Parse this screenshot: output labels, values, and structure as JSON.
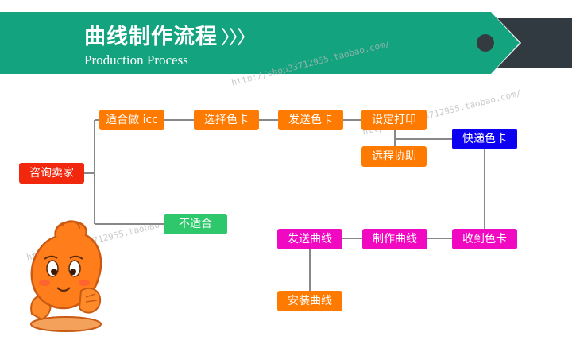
{
  "header": {
    "title": "曲线制作流程",
    "title_arrows": "〉〉〉",
    "subtitle": "Production Process",
    "colors": {
      "banner": "#13a37f",
      "tab": "#313a40",
      "dot": "#343b40"
    }
  },
  "watermark": {
    "text": "http://shop33712955.taobao.com/"
  },
  "flow": {
    "consult": "咨询卖家",
    "suitable_icc": "适合做 icc",
    "choose_card": "选择色卡",
    "send_card": "发送色卡",
    "setup_print": "设定打印",
    "remote_assist": "远程协助",
    "express_card": "快递色卡",
    "not_suitable": "不适合",
    "receive_card": "收到色卡",
    "make_curve": "制作曲线",
    "send_curve": "发送曲线",
    "install_curve": "安装曲线"
  },
  "colors": {
    "orange": "#ff7a00",
    "red": "#f1280e",
    "green": "#2fc76b",
    "blue": "#0d00f2",
    "magenta": "#f109c2",
    "connector": "#888888"
  }
}
